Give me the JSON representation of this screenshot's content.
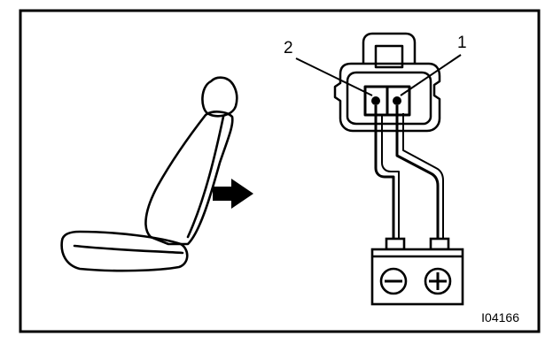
{
  "callouts": {
    "terminal_1": "1",
    "terminal_2": "2"
  },
  "figure_code": "I04166",
  "colors": {
    "ink": "#000000",
    "paper": "#ffffff"
  },
  "icons": {
    "seat": "seat-icon",
    "arrow": "arrow-right-icon",
    "battery": "battery-icon",
    "connector": "connector-icon"
  }
}
